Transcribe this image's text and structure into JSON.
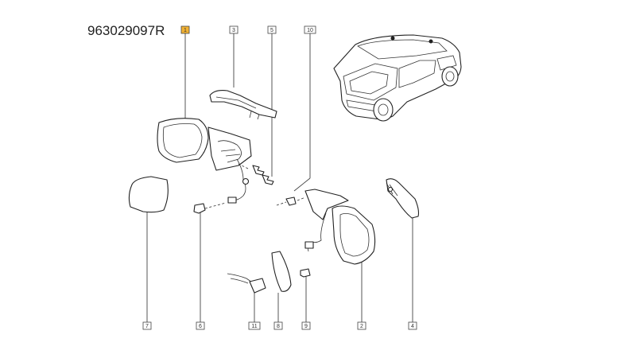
{
  "part_number": "963029097R",
  "colors": {
    "highlight": "#f2b233",
    "line": "#444444",
    "background": "#ffffff"
  },
  "callouts": [
    {
      "id": "c1",
      "label": "1",
      "highlighted": true
    },
    {
      "id": "c2",
      "label": "2"
    },
    {
      "id": "c3",
      "label": "3"
    },
    {
      "id": "c4",
      "label": "4"
    },
    {
      "id": "c5",
      "label": "5"
    },
    {
      "id": "c6",
      "label": "6"
    },
    {
      "id": "c7",
      "label": "7"
    },
    {
      "id": "c8",
      "label": "8"
    },
    {
      "id": "c9",
      "label": "9"
    },
    {
      "id": "c10",
      "label": "10"
    },
    {
      "id": "c11",
      "label": "11"
    }
  ]
}
